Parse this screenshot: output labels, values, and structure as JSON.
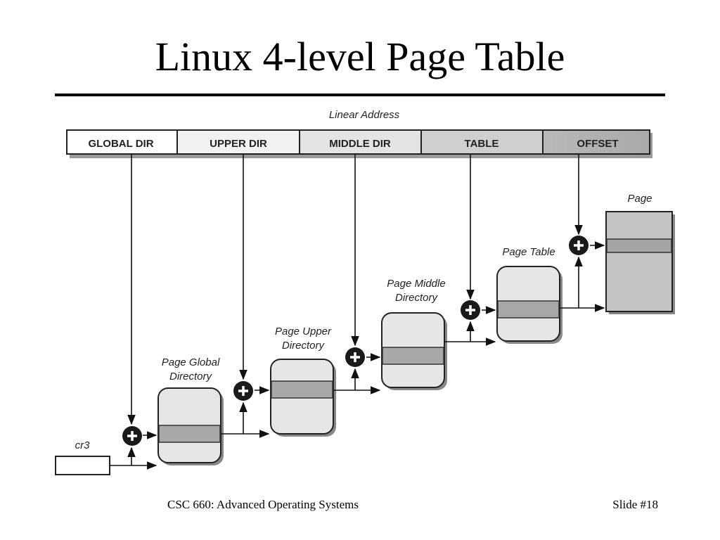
{
  "title": "Linux 4-level Page Table",
  "footer": {
    "course": "CSC 660: Advanced Operating Systems",
    "slide": "Slide #18"
  },
  "diagram": {
    "linear_address_label": "Linear Address",
    "segments": [
      "GLOBAL DIR",
      "UPPER DIR",
      "MIDDLE DIR",
      "TABLE",
      "OFFSET"
    ],
    "register_label": "cr3",
    "tables": {
      "pgd": [
        "Page Global",
        "Directory"
      ],
      "pud": [
        "Page Upper",
        "Directory"
      ],
      "pmd": [
        "Page Middle",
        "Directory"
      ],
      "pt": [
        "Page Table"
      ],
      "page": [
        "Page"
      ]
    }
  }
}
